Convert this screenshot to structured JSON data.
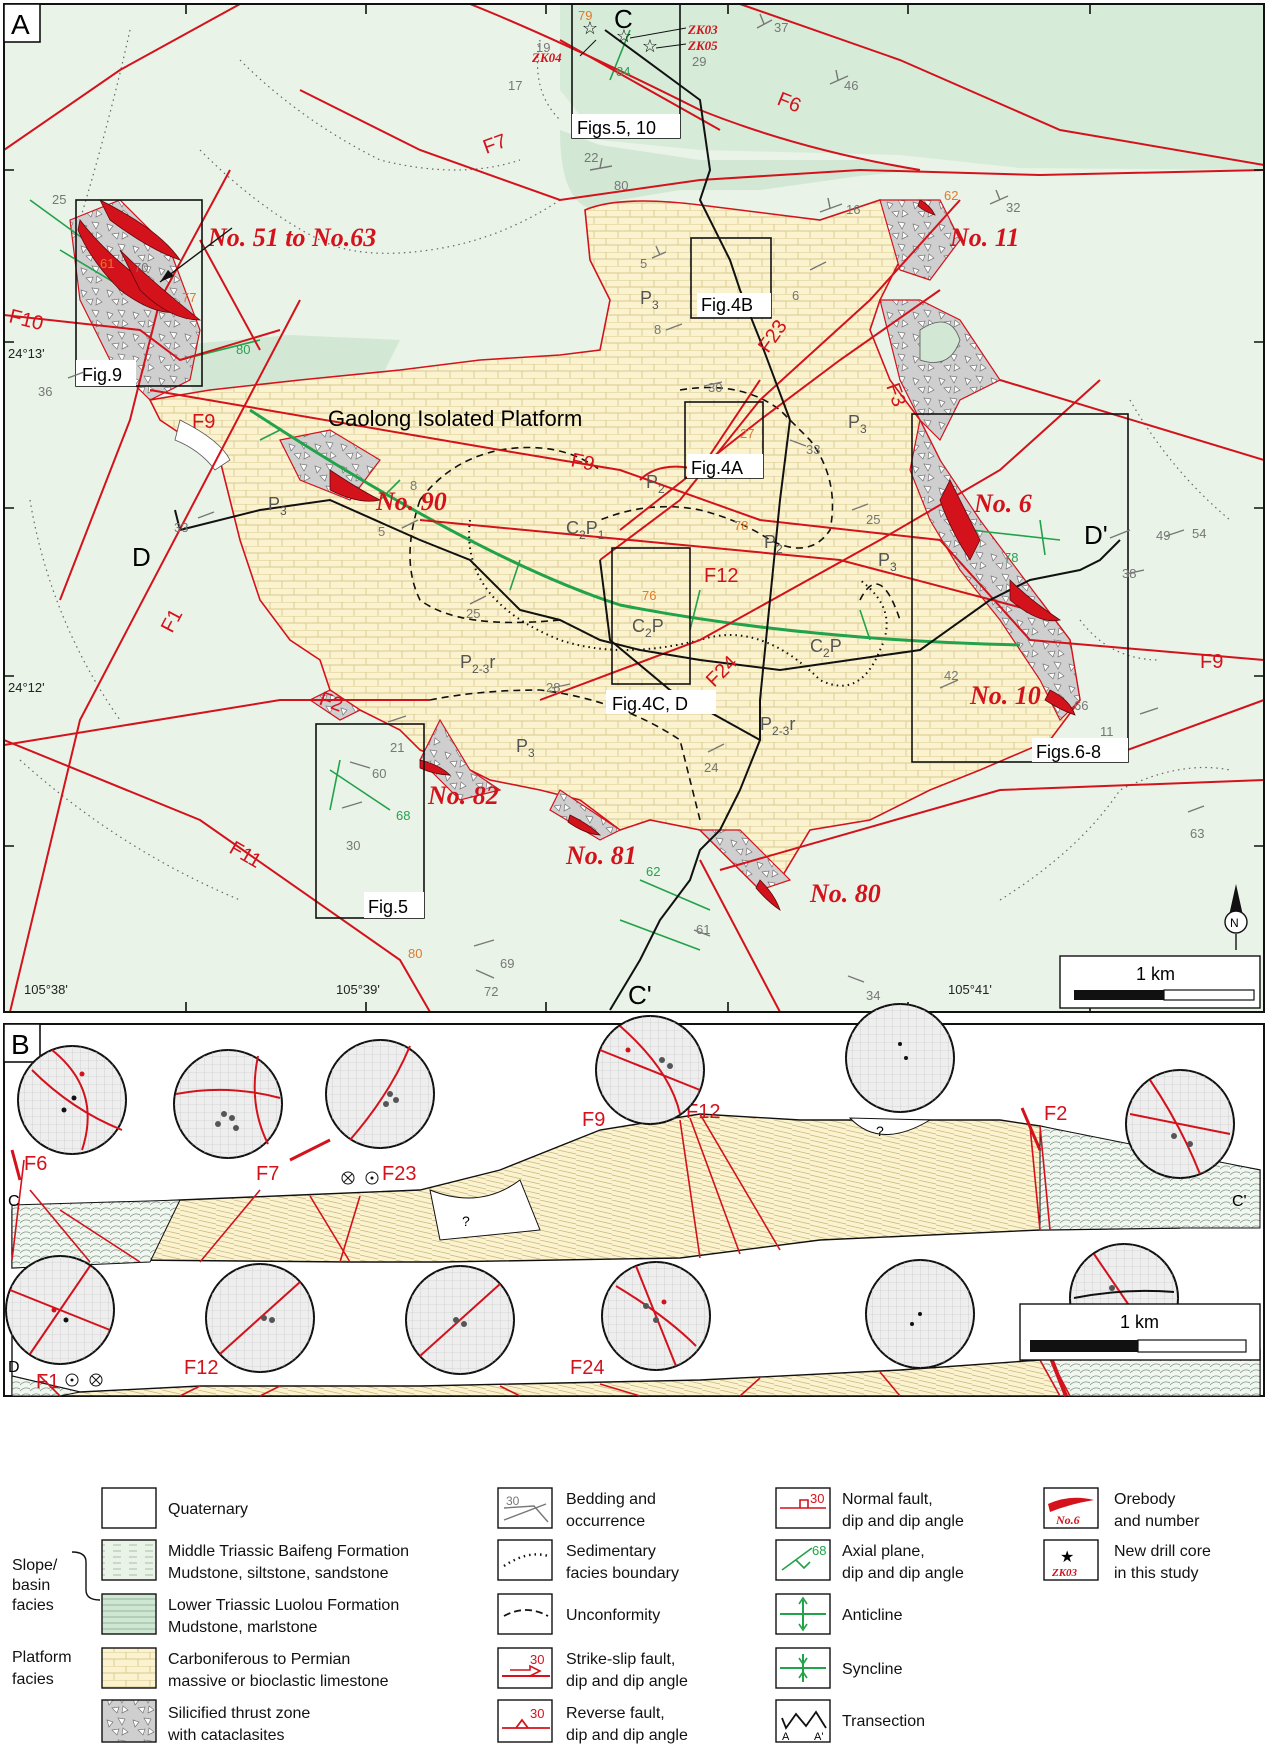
{
  "panels": {
    "a": "A",
    "b": "B"
  },
  "platform_name": "Gaolong Isolated Platform",
  "coords": {
    "lat_13": "24°13'",
    "lat_12": "24°12'",
    "lon_38": "105°38'",
    "lon_39": "105°39'",
    "lon_41": "105°41'"
  },
  "faults": {
    "f1": "F1",
    "f2": "F2",
    "f3": "F3",
    "f6": "F6",
    "f7": "F7",
    "f9": "F9",
    "f10": "F10",
    "f11": "F11",
    "f12": "F12",
    "f23": "F23",
    "f24": "F24"
  },
  "orebodies": {
    "no51_63": "No. 51 to No.63",
    "no11": "No. 11",
    "no90": "No. 90",
    "no6": "No. 6",
    "no10": "No. 10",
    "no82": "No. 82",
    "no81": "No. 81",
    "no80": "No. 80"
  },
  "drill_cores": {
    "zk03": "ZK03",
    "zk04": "ZK04",
    "zk05": "ZK05"
  },
  "figure_boxes": {
    "fig9": "Fig.9",
    "fig5_10": "Figs.5, 10",
    "fig4b": "Fig.4B",
    "fig4a": "Fig.4A",
    "fig4cd": "Fig.4C, D",
    "fig6_8": "Figs.6-8",
    "fig5": "Fig.5"
  },
  "sections": {
    "c": "C",
    "c_prime": "C'",
    "d": "D",
    "d_prime": "D'"
  },
  "strata": {
    "p3": "P",
    "p3_sub": "3",
    "p2": "P",
    "p2_sub": "2",
    "c2p1": "C",
    "c2p1_sub": "2",
    "c2p1_p": "P",
    "c2p1_sub2": "1",
    "c2p": "C",
    "c2p_sub": "2",
    "c2p_p": "P",
    "p23r": "P",
    "p23r_sub": "2-3",
    "p23r_r": "r"
  },
  "attitudes": {
    "a79": "79",
    "a19": "19",
    "a17": "17",
    "a84": "84",
    "a29": "29",
    "a37": "37",
    "a46": "46",
    "a22": "22",
    "a80": "80",
    "a16": "16",
    "a62": "62",
    "a32": "32",
    "a25": "25",
    "a61": "61",
    "a70": "70",
    "a77": "77",
    "a80b": "80",
    "a36": "36",
    "a5": "5",
    "a6": "6",
    "a8": "8",
    "a30": "30",
    "a27": "27",
    "a33": "33",
    "a25b": "25",
    "a78": "78",
    "a76": "76",
    "a8b": "8",
    "a5b": "5",
    "a33b": "33",
    "a25c": "25",
    "a49": "49",
    "a54": "54",
    "a38": "38",
    "a78b": "78",
    "a42": "42",
    "a28": "28",
    "a66": "66",
    "a11": "11",
    "a21": "21",
    "a60": "60",
    "a68": "68",
    "a30b": "30",
    "a24": "24",
    "a63": "63",
    "a62b": "62",
    "a61b": "61",
    "a80c": "80",
    "a69": "69",
    "a72": "72",
    "a34": "34"
  },
  "scale_label": "1 km",
  "north_label": "N",
  "query_mark": "?",
  "legend": {
    "quaternary": "Quaternary",
    "slope_l1": "Slope/",
    "slope_l2": "basin",
    "slope_l3": "facies",
    "baifeng_l1": "Middle Triassic Baifeng Formation",
    "baifeng_l2": "Mudstone, siltstone, sandstone",
    "luolou_l1": "Lower Triassic Luolou Formation",
    "luolou_l2": "Mudstone, marlstone",
    "platform_l1": "Platform",
    "platform_l2": "facies",
    "carb_l1": "Carboniferous to Permian",
    "carb_l2": "massive or bioclastic limestone",
    "silic_l1": "Silicified thrust zone",
    "silic_l2": "with cataclasites",
    "bedding_l1": "Bedding and",
    "bedding_l2": "occurrence",
    "sedfac_l1": "Sedimentary",
    "sedfac_l2": "facies boundary",
    "unconf": "Unconformity",
    "strike_l1": "Strike-slip fault,",
    "strike_l2": "dip and dip angle",
    "reverse_l1": "Reverse fault,",
    "reverse_l2": "dip and dip angle",
    "normal_l1": "Normal fault,",
    "normal_l2": "dip and dip angle",
    "axial_l1": "Axial plane,",
    "axial_l2": "dip and dip angle",
    "anticline": "Anticline",
    "syncline": "Syncline",
    "transection": "Transection",
    "orebody_l1": "Orebody",
    "orebody_l2": "and number",
    "drill_l1": "New drill core",
    "drill_l2": "in this study",
    "sym_30": "30",
    "sym_68": "68",
    "sym_no6": "No.6",
    "sym_zk03": "ZK03",
    "sym_a": "A",
    "sym_a_prime": "A'"
  },
  "colors": {
    "fault_red": "#d4121c",
    "platform": "#fbf3cf",
    "luolou": "#d7ebd9",
    "baifeng": "#e9f3e7",
    "silicified": "#c9c9c9",
    "fold_green": "#22a24a",
    "attitude_orange": "#e07a2a"
  }
}
